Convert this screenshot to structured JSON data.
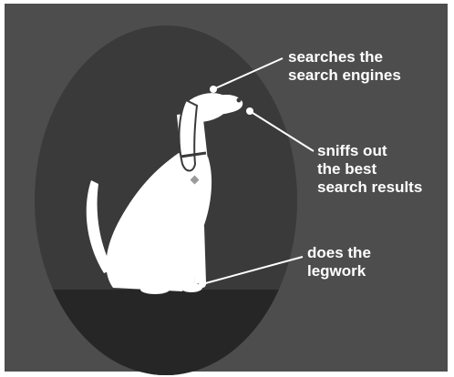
{
  "colors": {
    "background": "#4d4d4d",
    "oval": "#3a3a3a",
    "floor": "#262626",
    "dog": "#ffffff",
    "lines": "#ffffff",
    "text": "#ffffff"
  },
  "callouts": {
    "search": {
      "line1": "searches the",
      "line2": "search engines"
    },
    "sniff": {
      "line1": "sniffs out",
      "line2": "the best",
      "line3": "search results"
    },
    "legwork": {
      "line1": "does the",
      "line2": "legwork"
    }
  }
}
